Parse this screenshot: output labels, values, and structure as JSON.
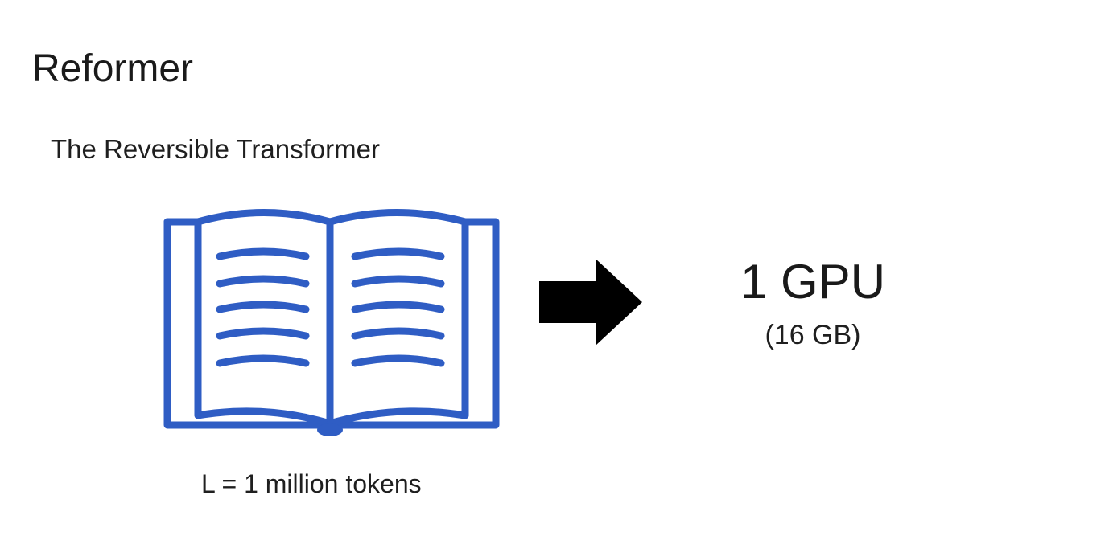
{
  "slide": {
    "title": "Reformer",
    "subtitle": "The Reversible Transformer"
  },
  "book": {
    "icon": "open-book-icon",
    "caption": "L = 1 million tokens",
    "color": "#2f5dc4"
  },
  "arrow": {
    "icon": "right-arrow-icon",
    "color": "#000000"
  },
  "gpu": {
    "label": "1 GPU",
    "memory": "(16 GB)"
  }
}
